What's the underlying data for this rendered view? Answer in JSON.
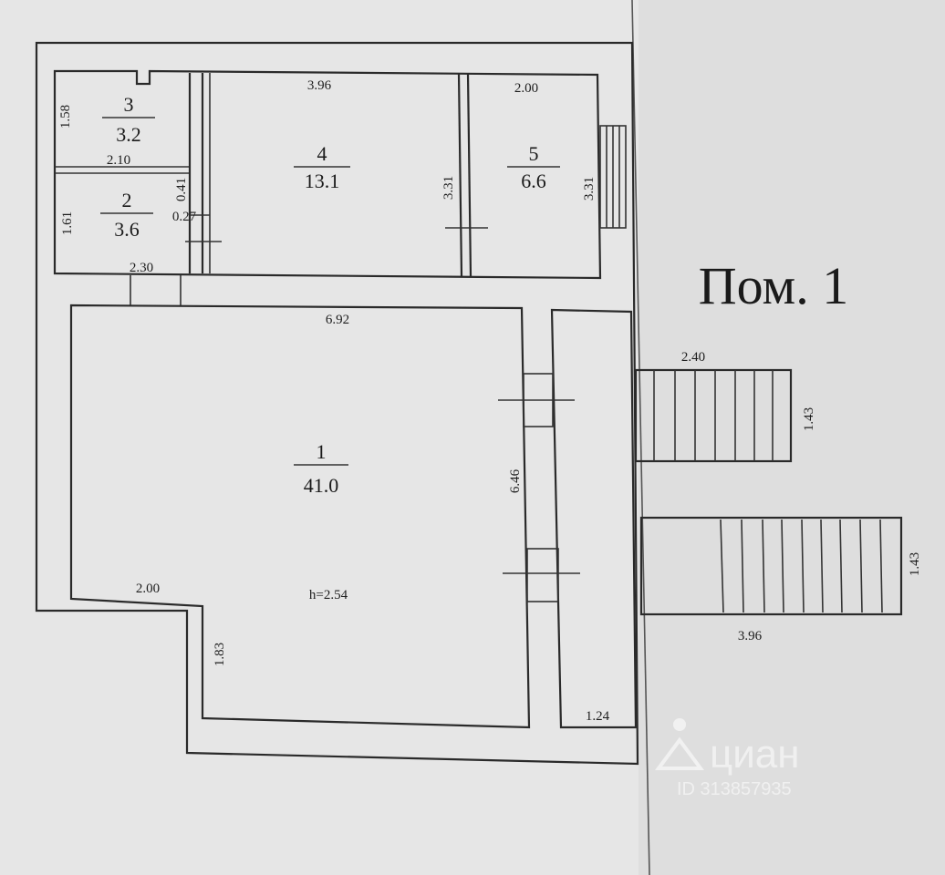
{
  "plan": {
    "title": "Пом. 1",
    "height_label": "h=2.54"
  },
  "rooms": [
    {
      "id": "1",
      "number": "1",
      "area": "41.0"
    },
    {
      "id": "2",
      "number": "2",
      "area": "3.6"
    },
    {
      "id": "3",
      "number": "3",
      "area": "3.2"
    },
    {
      "id": "4",
      "number": "4",
      "area": "13.1"
    },
    {
      "id": "5",
      "number": "5",
      "area": "6.6"
    }
  ],
  "dimensions": {
    "room4_width": "3.96",
    "room5_width": "2.00",
    "room3_height": "1.58",
    "room3_2_divider": "2.10",
    "room2_height": "1.61",
    "room2_width": "2.30",
    "wall_041": "0.41",
    "wall_027": "0.27",
    "room4_height": "3.31",
    "room5_height": "3.31",
    "room1_width": "6.92",
    "room1_height": "6.46",
    "room1_bottom_left": "2.00",
    "room1_notch": "1.83",
    "corridor_width": "1.24",
    "stair_top_width": "2.40",
    "stair_top_depth": "1.43",
    "stair_bottom_depth": "1.43",
    "stair_bottom_width": "3.96"
  },
  "watermark": {
    "brand": "циан",
    "id": "ID 313857935"
  }
}
